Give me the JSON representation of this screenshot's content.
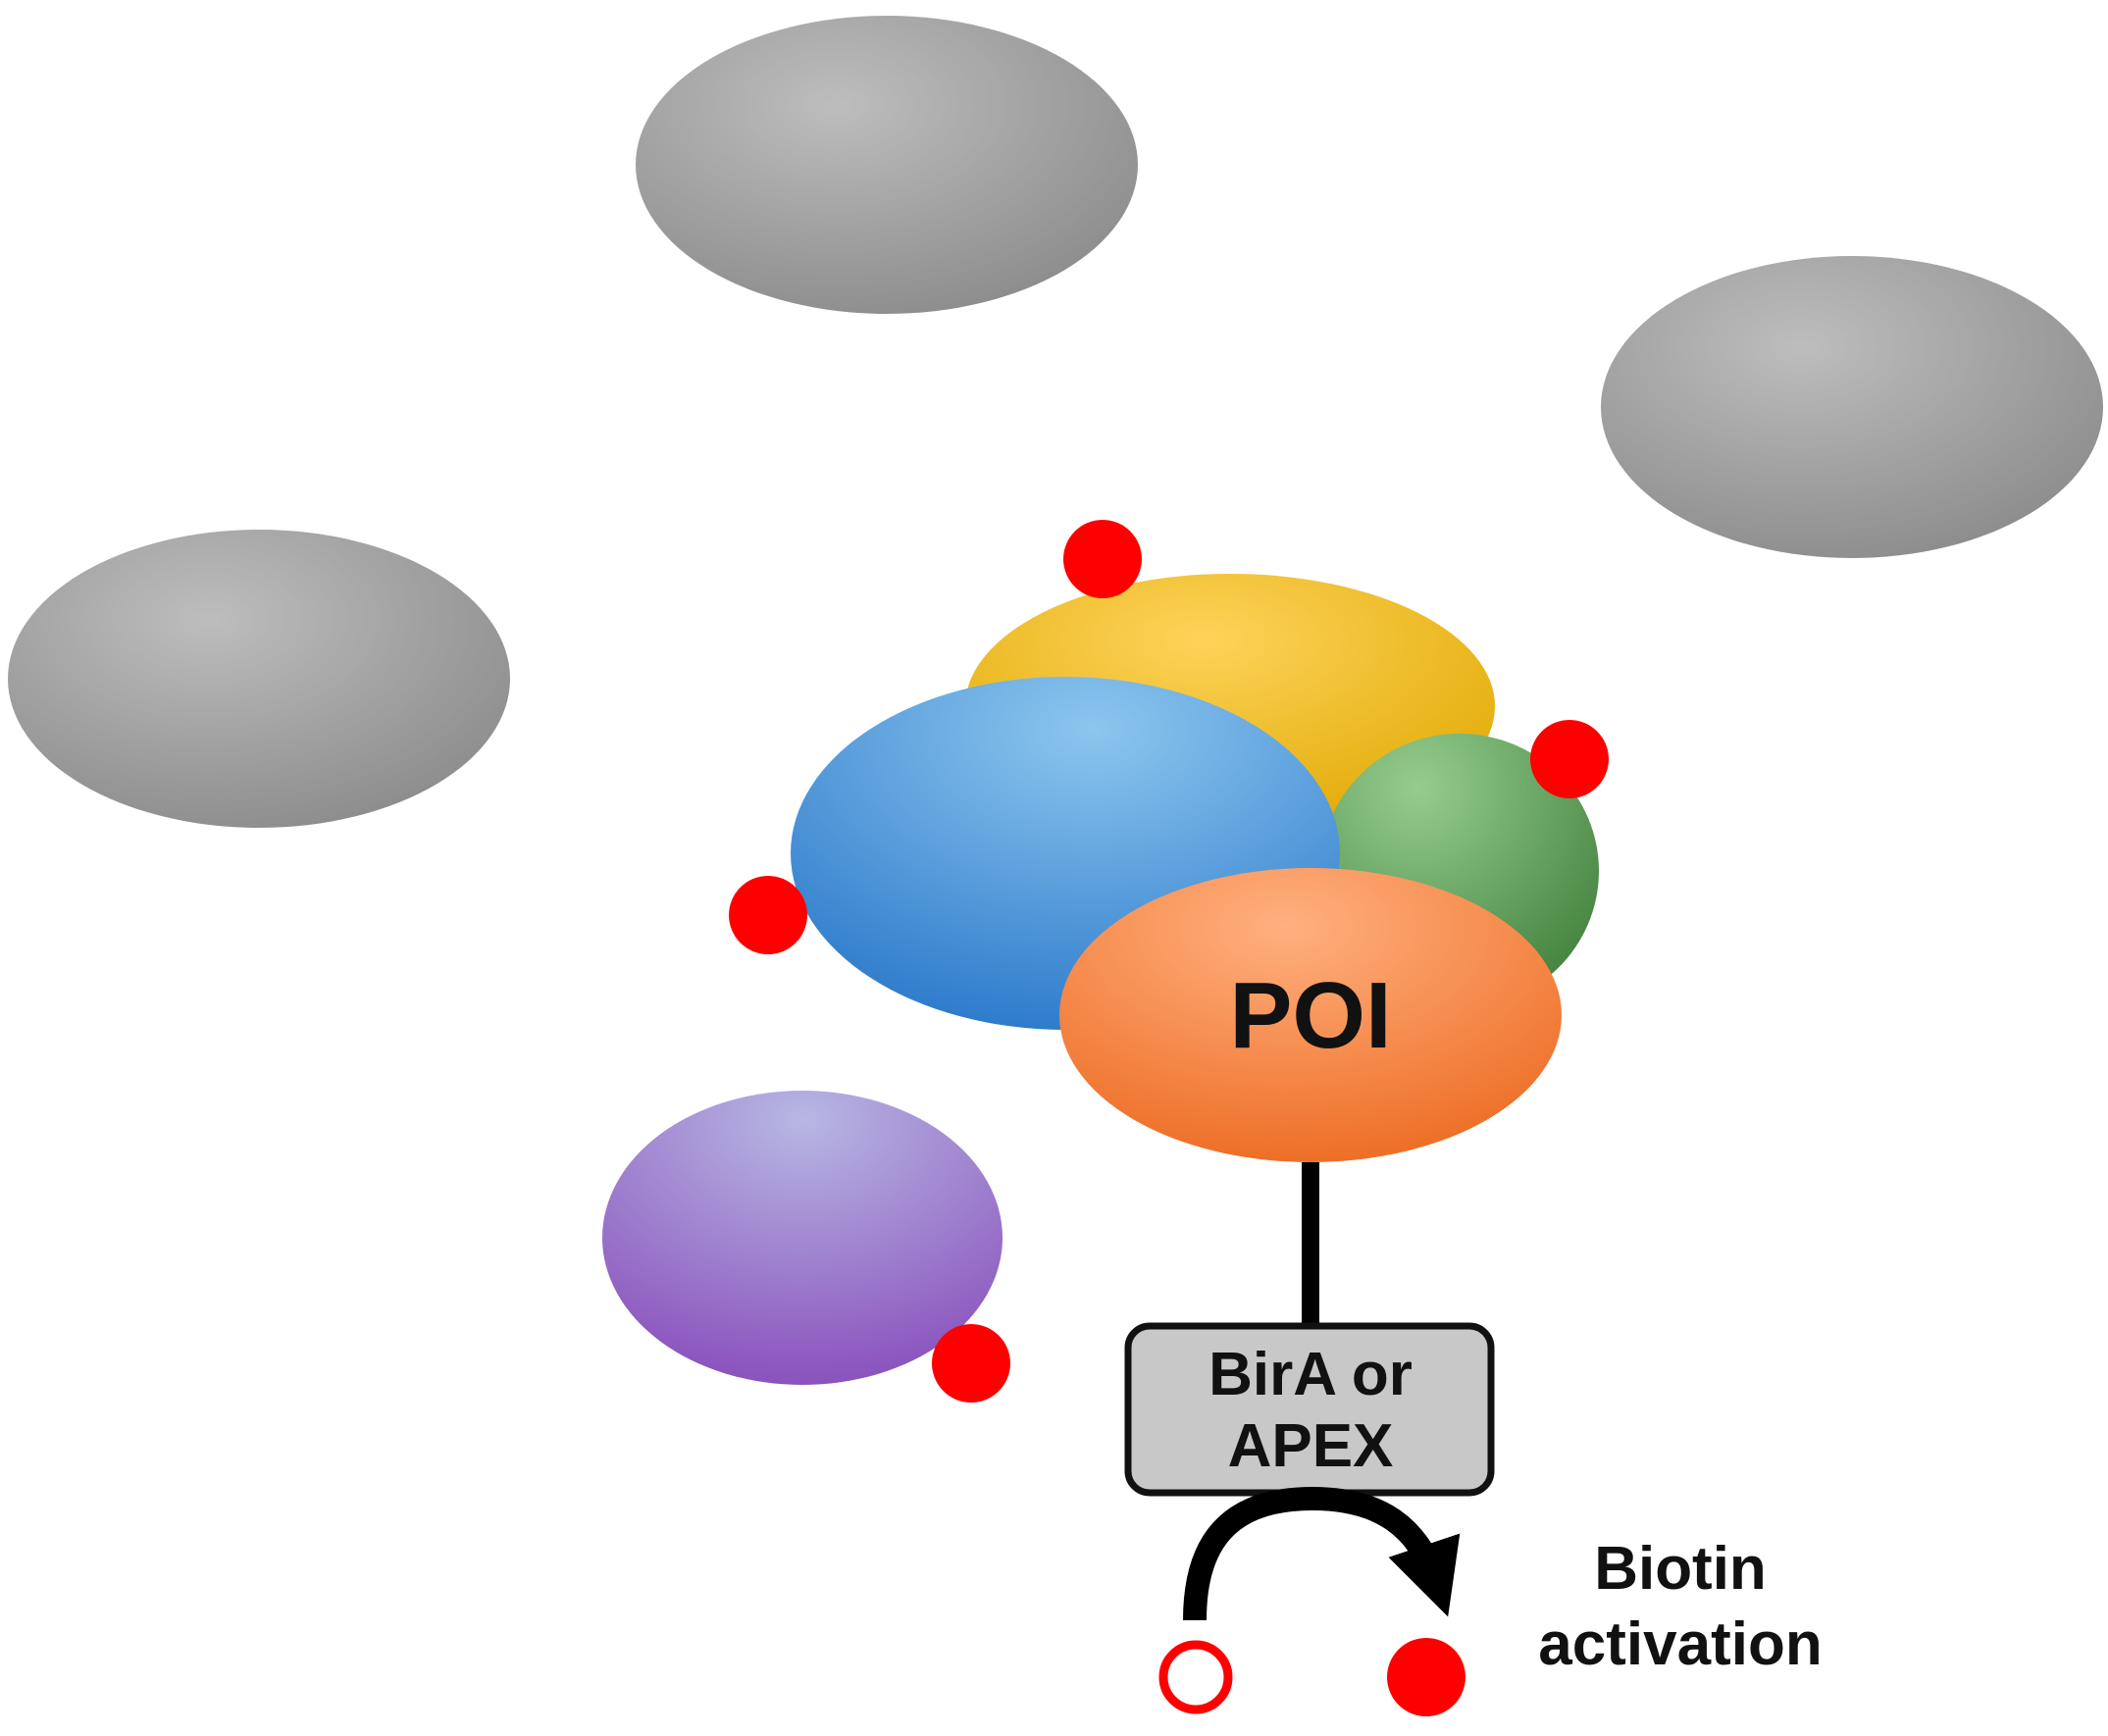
{
  "labels": {
    "poi": "POI",
    "enzyme_line1": "BirA or",
    "enzyme_line2": "APEX",
    "process_line1": "Biotin",
    "process_line2": "activation"
  },
  "colors": {
    "background": "#ffffff",
    "gray_protein": "#9a9a9a",
    "yellow_protein": "#f5b925",
    "blue_protein": "#4f98d9",
    "green_protein": "#5f9e5a",
    "poi_protein": "#f38a45",
    "purple_protein": "#9a74c6",
    "biotin": "#ff0000",
    "enzyme_box": "#c8c8c8",
    "outline": "#111111"
  },
  "legend_symbols": {
    "inactive_biotin": "open-red-circle",
    "active_biotin": "filled-red-circle"
  }
}
